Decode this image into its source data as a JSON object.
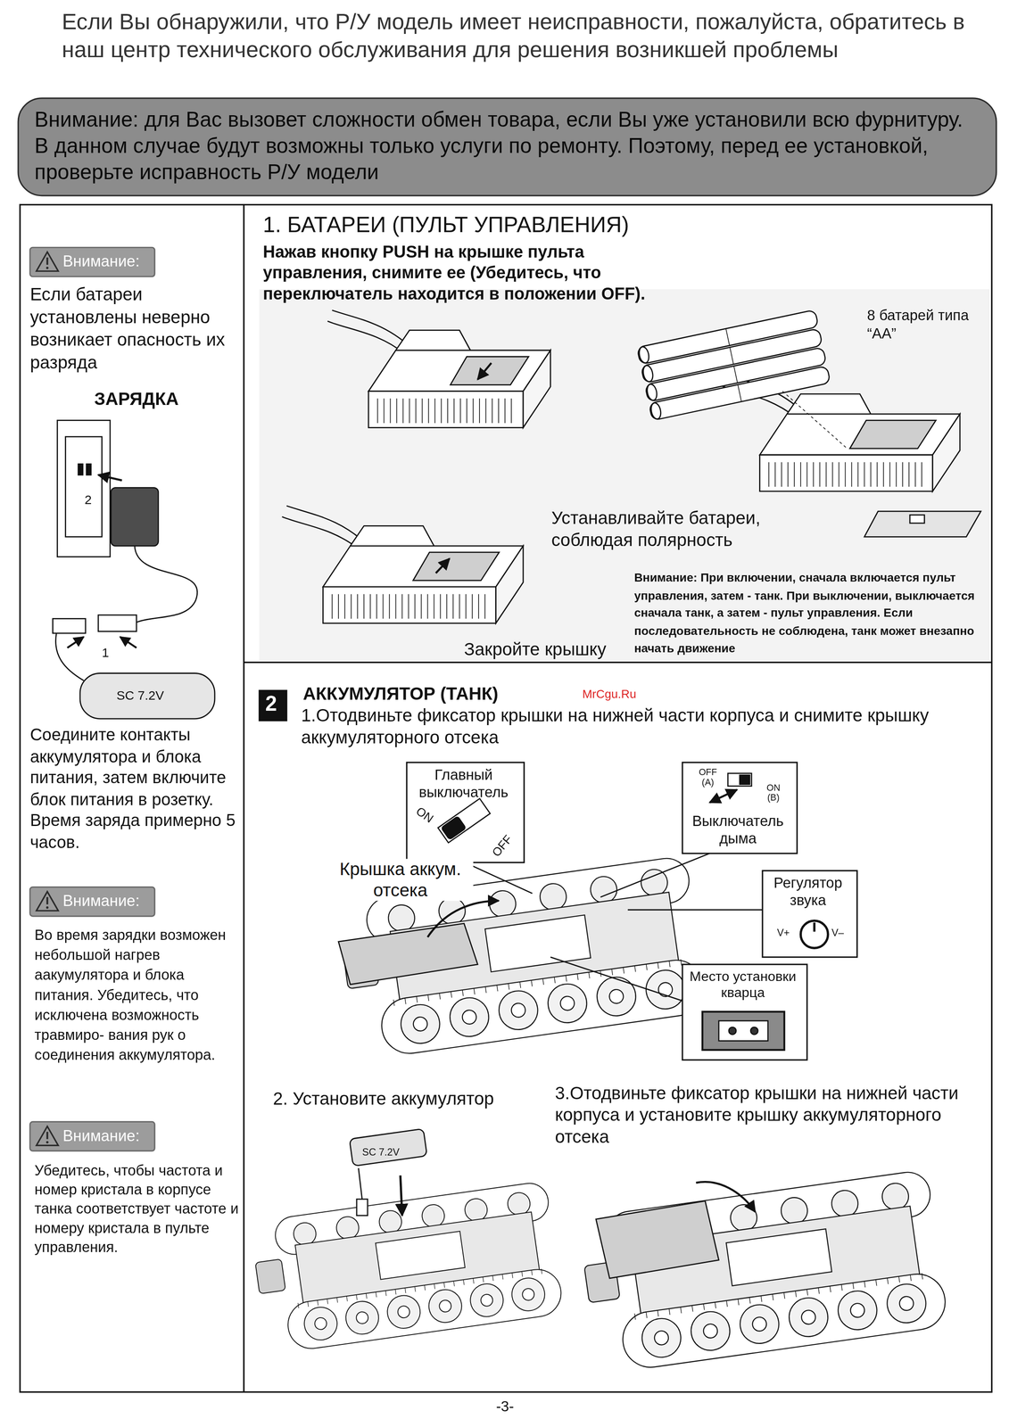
{
  "diagram": {
    "title": "Если Вы обнаружили, что Р/У модель имеет неисправности, пожалуйста, обратитесь в наш центр технического обслуживания для решения возникшей проблемы",
    "nodes": [
      {
        "text": [
          "Внимание: для Вас вызовет сложности обмен товара, если Вы уже установили всю фурнитуру. В данном случае будут возможны только услуги по ремонту. Поэтому, перед ее установкой, проверьте исправность Р/У модели"
        ]
      },
      {
        "text": [
          "Внимание:"
        ]
      },
      {
        "text": [
          "Внимание:"
        ]
      },
      {
        "text": [
          "Внимание:"
        ]
      },
      {
        "text": [
          "2"
        ]
      },
      {
        "text": [
          "Главный выключатель",
          "ON",
          "OFF"
        ]
      },
      {
        "text": [
          "OFF (A)",
          "ON (B)",
          "Выключатель дыма"
        ]
      },
      {
        "text": [
          "Регулятор звука",
          "V+",
          "V–"
        ]
      },
      {
        "text": [
          "Место установки кварца"
        ]
      }
    ],
    "labels": [
      "Если батареи установлены неверно возникает опасность их разряда",
      "ЗАРЯДКА",
      "2",
      "1",
      "SC 7.2V",
      "Соедините контакты аккумулятора и блока питания, затем включите блок питания в розетку. Время заряда примерно 5 часов.",
      "Во время зарядки возможен небольшой нагрев аакумулятора и блока питания. Убедитесь, что исключена возможность травмиро- вания рук о соединения аккумулятора.",
      "Убедитесь, чтобы частота и номер кристала в корпусе танка соответствует частоте и номеру кристала в пульте управления.",
      "1. БАТАРЕИ (ПУЛЬТ УПРАВЛЕНИЯ)",
      "Нажав кнопку PUSH на крышке пульта управления, снимите ее (Убедитесь, что переключатель находится в положении OFF).",
      "8 батарей типа “AA”",
      "Устанавливайте батареи, соблюдая полярность",
      "Внимание: При включении, сначала включается пульт управления, затем - танк. При выключении, выключается сначала танк, а затем - пульт управления. Если последовательность не соблюдена, танк может внезапно начать движение",
      "Закройте крышку",
      "АККУМУЛЯТОР (ТАНК)",
      "1.Отодвиньте фиксатор крышки на нижней части корпуса и снимите крышку аккумуляторного отсека",
      "MrCgu.Ru",
      "Крышка аккум. отсека",
      "2. Установите аккумулятор",
      "SC 7.2V",
      "3.Отодвиньте фиксатор крышки на нижней части корпуса и установите крышку аккумуляторного отсека",
      "-3-"
    ]
  }
}
